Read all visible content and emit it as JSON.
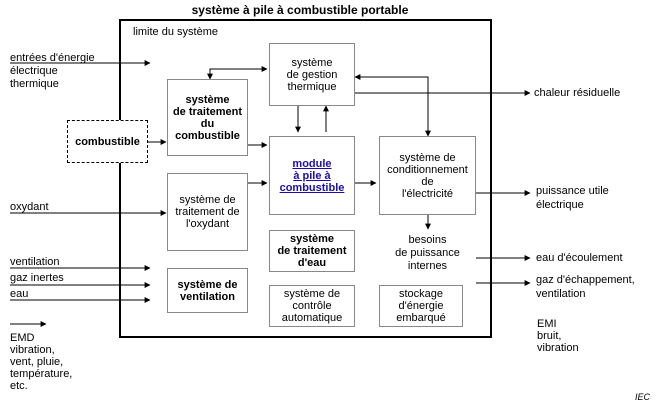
{
  "title": "système à pile à combustible portable",
  "boundary_label": "limite du système",
  "inputs": {
    "energy": "entrées d'énergie\nélectrique\nthermique",
    "fuel": "combustible",
    "oxidant": "oxydant",
    "ventilation": "ventilation",
    "inert_gases": "gaz inertes",
    "water": "eau",
    "emd": "EMD\nvibration,\nvent, pluie,\ntempérature,\netc."
  },
  "modules": {
    "fuel_processing": "système\nde traitement\ndu combustible",
    "oxidant_processing": "système de\ntraitement de\nl'oxydant",
    "ventilation_system": "système de\nventilation",
    "thermal_management": "système\nde gestion\nthermique",
    "fuel_cell_module": "module\nà pile à\ncombustible",
    "water_treatment": "système\nde traitement\nd'eau",
    "automatic_control": "système de\ncontrôle\nautomatique",
    "power_conditioning": "système de\nconditionnement de\nl'électricité",
    "internal_power": "besoins\nde puissance\ninternes",
    "onboard_storage": "stockage\nd'énergie\nembarqué"
  },
  "outputs": {
    "waste_heat": "chaleur résiduelle",
    "usable_power": "puissance utile\nélectrique",
    "discharge_water": "eau d'écoulement",
    "exhaust": "gaz d'échappement,\nventilation",
    "emi": "EMI\nbruit,\nvibration"
  },
  "footer": "IEC"
}
